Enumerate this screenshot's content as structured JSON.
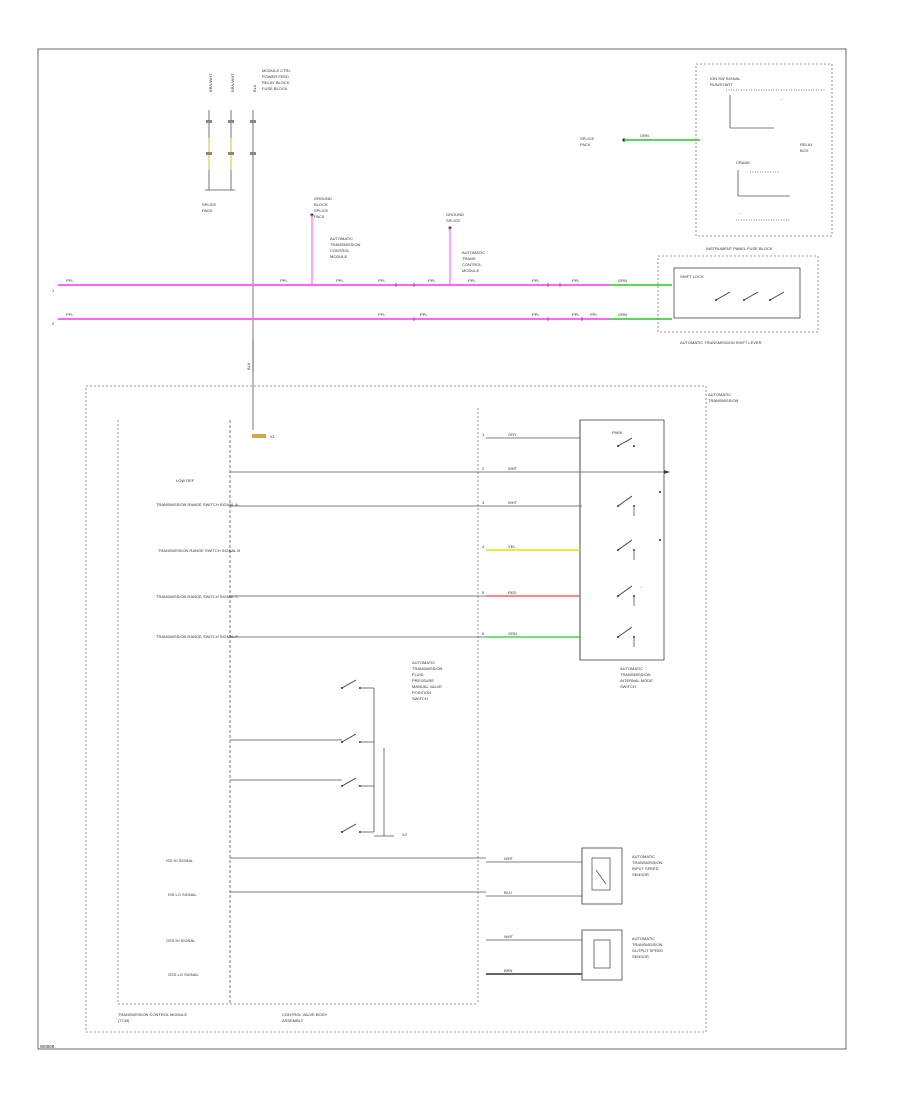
{
  "diagram": {
    "footer_code": "W0000",
    "colors": {
      "pink": "#ff66ff",
      "green": "#22cc22",
      "yellow": "#e6e600",
      "red": "#ff4444",
      "black": "#333333",
      "outline": "#444444"
    },
    "top_connector_labels": [
      "BRN/WHT",
      "BRN/WHT",
      "BLK"
    ],
    "top_block_label": [
      "MODULE CTRL",
      "POWER FEED",
      "RELAY BLOCK",
      "FUSE BLOCK"
    ],
    "fuse_block_label": [
      "SPLICE",
      "PACK"
    ],
    "ground_label_left": [
      "GROUND",
      "BLOCK",
      "SPLICE",
      "PACK"
    ],
    "ground_label_mid": [
      "GROUND",
      "SPLICE"
    ],
    "mid_annotation_left": [
      "AUTOMATIC",
      "TRANSMISSION",
      "CONTROL",
      "MODULE"
    ],
    "mid_annotation_right": [
      "AUTOMATIC",
      "TRANS",
      "CONTROL",
      "MODULE"
    ],
    "bus_wires": {
      "upper_labels": [
        "PPL",
        "PPL",
        "PPL",
        "PPL",
        "PPL",
        "PPL",
        "PPL",
        "PPL"
      ],
      "lower_labels": [
        "PPL",
        "PPL",
        "PPL",
        "PPL",
        "PPL",
        "PPL"
      ],
      "green_label": "GRN"
    },
    "top_right_box": {
      "title": [
        "IGN SW SIGNAL",
        "RUN/START"
      ],
      "sub_label": "CRANK",
      "side_label": [
        "RELAY",
        "BOX"
      ]
    },
    "top_right_green_label": "GRN",
    "top_right_splice_label": [
      "SPLICE",
      "PACK"
    ],
    "shift_lever_box": {
      "title": "AUTOMATIC TRANSMISSION SHIFT LEVER",
      "top_label": "INSTRUMENT PANEL FUSE BLOCK",
      "inner_label": "SHIFT LOCK"
    },
    "tcm_label": [
      "TRANSMISSION CONTROL MODULE",
      "(TCM)"
    ],
    "cvb_label": [
      "CONTROL VALVE BODY",
      "ASSEMBLY"
    ],
    "outer_box_label": [
      "AUTOMATIC",
      "TRANSMISSION"
    ],
    "left_signals": [
      "LOW REF",
      "TRANSMISSION RANGE SWITCH SIGNAL A",
      "TRANSMISSION RANGE SWITCH SIGNAL B",
      "TRANSMISSION RANGE SWITCH SIGNAL C",
      "TRANSMISSION RANGE SWITCH SIGNAL P"
    ],
    "right_wire_labels": [
      "GRY",
      "WHT",
      "WHT",
      "YEL",
      "RED",
      "GRN"
    ],
    "right_pin_labels": [
      "1",
      "2",
      "3",
      "4",
      "5",
      "6"
    ],
    "range_switch_label": [
      "AUTOMATIC",
      "TRANSMISSION",
      "INTERNAL MODE",
      "SWITCH"
    ],
    "top_switch_label": "PARK",
    "pressure_switch_label": [
      "AUTOMATIC",
      "TRANSMISSION",
      "FLUID",
      "PRESSURE",
      "MANUAL VALVE",
      "POSITION",
      "SWITCH"
    ],
    "lower_signals": [
      "ISS HI SIGNAL",
      "ISS LO SIGNAL",
      "OSS HI SIGNAL",
      "OSS LO SIGNAL"
    ],
    "lower_wire_labels": [
      "WHT",
      "BLU",
      "WHT",
      "BRN"
    ],
    "iss_label": [
      "AUTOMATIC",
      "TRANSMISSION",
      "INPUT SPEED",
      "SENSOR"
    ],
    "oss_label": [
      "AUTOMATIC",
      "TRANSMISSION",
      "OUTPUT SPEED",
      "SENSOR"
    ],
    "connector_marks": [
      "X1",
      "X2"
    ]
  }
}
